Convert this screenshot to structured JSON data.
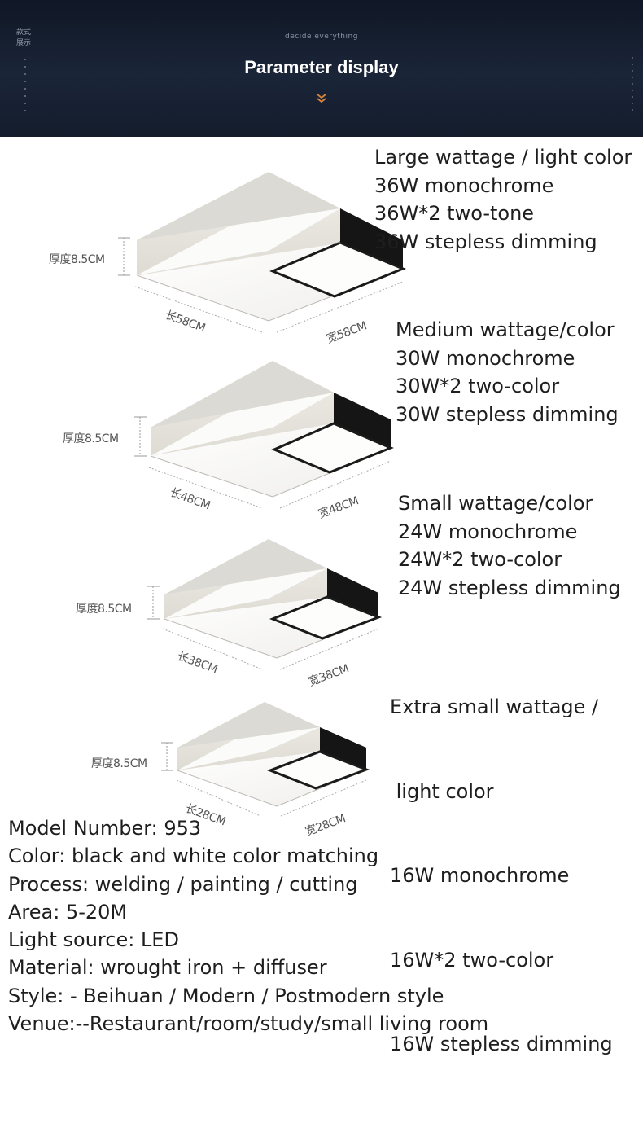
{
  "header": {
    "side_label_1": "款式",
    "side_label_2": "展示",
    "subtitle": "decide everything",
    "title": "Parameter display",
    "chevron_glyph": "⌄"
  },
  "lamps": [
    {
      "thickness": "厚度8.5CM",
      "length": "长58CM",
      "width": "宽58CM",
      "specs": [
        "Large wattage / light color",
        "36W monochrome",
        "36W*2 two-tone",
        "36W stepless dimming"
      ]
    },
    {
      "thickness": "厚度8.5CM",
      "length": "长48CM",
      "width": "宽48CM",
      "specs": [
        "Medium wattage/color",
        "30W monochrome",
        "30W*2 two-color",
        "30W stepless dimming"
      ]
    },
    {
      "thickness": "厚度8.5CM",
      "length": "长38CM",
      "width": "宽38CM",
      "specs": [
        "Small wattage/color",
        "24W monochrome",
        "24W*2 two-color",
        "24W stepless dimming"
      ]
    },
    {
      "thickness": "厚度8.5CM",
      "length": "长28CM",
      "width": "宽28CM",
      "specs": [
        "Extra small wattage /",
        " light color",
        "16W monochrome",
        "16W*2 two-color",
        "16W stepless dimming"
      ]
    }
  ],
  "details": [
    "Model Number: 953",
    "Color: black and white color matching",
    "Process: welding / painting / cutting",
    "Area: 5-20M",
    "Light source: LED",
    "Material: wrought iron + diffuser",
    "Style: - Beihuan / Modern / Postmodern style",
    "Venue:--Restaurant/room/study/small living room"
  ],
  "colors": {
    "header_bg": "#141c2c",
    "accent_chevron": "#d9823a",
    "lamp_black": "#151515",
    "lamp_white": "#f6f5f2"
  }
}
